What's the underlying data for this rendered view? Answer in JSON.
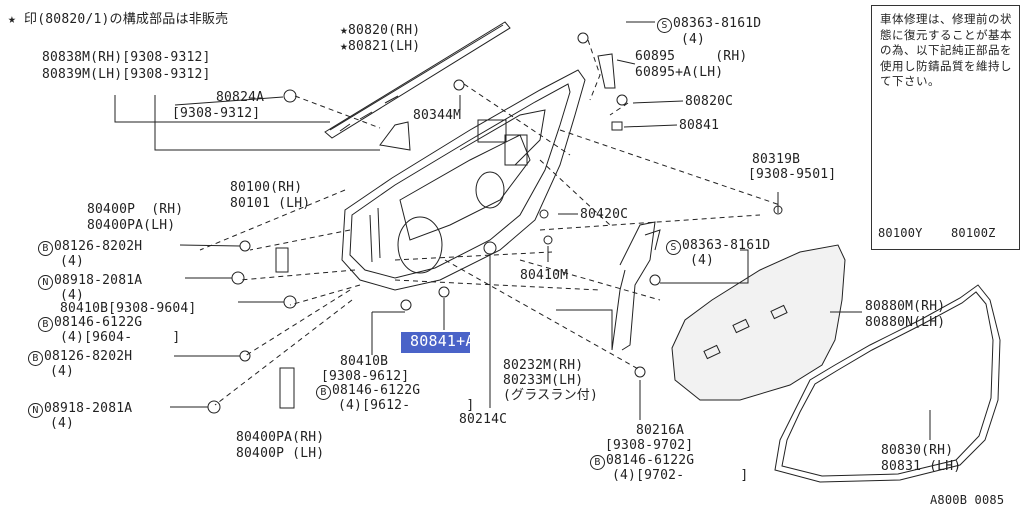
{
  "labels": {
    "header_note": "★ 印(80820/1)の構成部品は非販売",
    "p80820": "★80820(RH)",
    "p80821": "★80821(LH)",
    "p80838m": "80838M(RH)[9308-9312]",
    "p80839m": "80839M(LH)[9308-9312]",
    "p80824a": "80824A",
    "p80824a_date": "[9308-9312]",
    "p80344m": "80344M",
    "p80100": "80100(RH)",
    "p80101": "80101 (LH)",
    "p80400p": "80400P  (RH)",
    "p80400pa": "80400PA(LH)",
    "b1_code": "08126-8202H",
    "b1_qty": "(4)",
    "n1_code": "08918-2081A",
    "n1_qty": "(4)",
    "p80410b_1": "80410B[9308-9604]",
    "b2_code": "08146-6122G",
    "b2_qty": "(4)[9604-     ]",
    "b3_code": "08126-8202H",
    "b3_qty": "(4)",
    "n2_code": "08918-2081A",
    "n2_qty": "(4)",
    "p80410b_2": "80410B",
    "p80410b_2_date": "[9308-9612]",
    "b4_code": "08146-6122G",
    "b4_qty": "(4)[9612-       ]",
    "p80400pa_rh": "80400PA(RH)",
    "p80400p_lh": "80400P (LH)",
    "p80841a": "80841+A",
    "p80214c": "80214C",
    "s1_code": "08363-8161D",
    "s1_qty": "(4)",
    "p60895": "60895     (RH)",
    "p60895a": "60895+A(LH)",
    "p80820c": "80820C",
    "p80841": "80841",
    "p80319b": "80319B",
    "p80319b_date": "[9308-9501]",
    "p80420c": "80420C",
    "p80410m": "80410M",
    "s2_code": "08363-8161D",
    "s2_qty": "(4)",
    "p80232m": "80232M(RH)",
    "p80233m": "80233M(LH)",
    "glass_run": "(グラスラン付)",
    "p80216a": "80216A",
    "p80216a_date": "[9308-9702]",
    "b5_code": "08146-6122G",
    "b5_qty": "(4)[9702-       ]",
    "p80880m": "80880M(RH)",
    "p80880n": "80880N(LH)",
    "p80830": "80830(RH)",
    "p80831": "80831 (LH)",
    "p80100y": "80100Y",
    "p80100z": "80100Z",
    "diagram_id": "A800B 0085"
  },
  "symbols": {
    "b": "B",
    "n": "N",
    "s": "S"
  },
  "note": "車体修理は、修理前の状態に復元することが基本の為、以下記純正部品を使用し防錆品質を維持して下さい。",
  "highlight_color": "#4a63c8"
}
